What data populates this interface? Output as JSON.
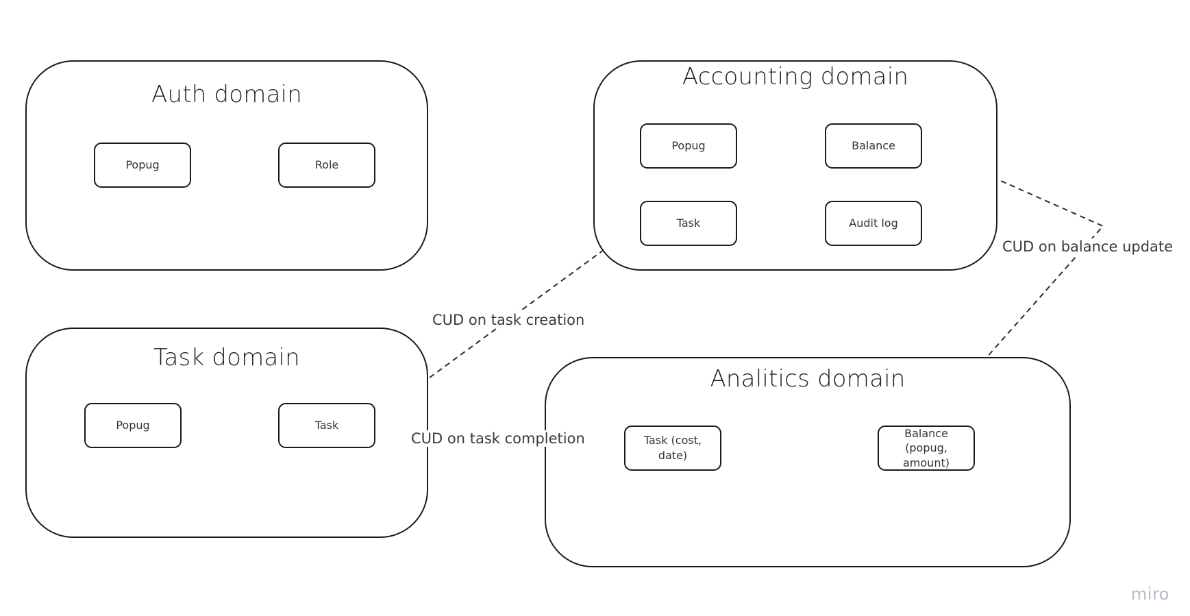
{
  "domains": {
    "auth": {
      "title": "Auth domain",
      "entities": {
        "popug": "Popug",
        "role": "Role"
      }
    },
    "accounting": {
      "title": "Accounting domain",
      "entities": {
        "popug": "Popug",
        "balance": "Balance",
        "task": "Task",
        "audit_log": "Audit log"
      }
    },
    "task": {
      "title": "Task domain",
      "entities": {
        "popug": "Popug",
        "task": "Task"
      }
    },
    "analytics": {
      "title": "Analitics domain",
      "entities": {
        "task": "Task (cost, date)",
        "balance": "Balance (popug, amount)"
      }
    }
  },
  "edge_labels": {
    "task_creation": "CUD on task creation",
    "task_completion": "CUD on task completion",
    "balance_update": "CUD on balance update"
  },
  "watermark": "miro",
  "colors": {
    "stroke": "#1a1a1a",
    "text": "#333333",
    "watermark": "#b8bcc8"
  }
}
